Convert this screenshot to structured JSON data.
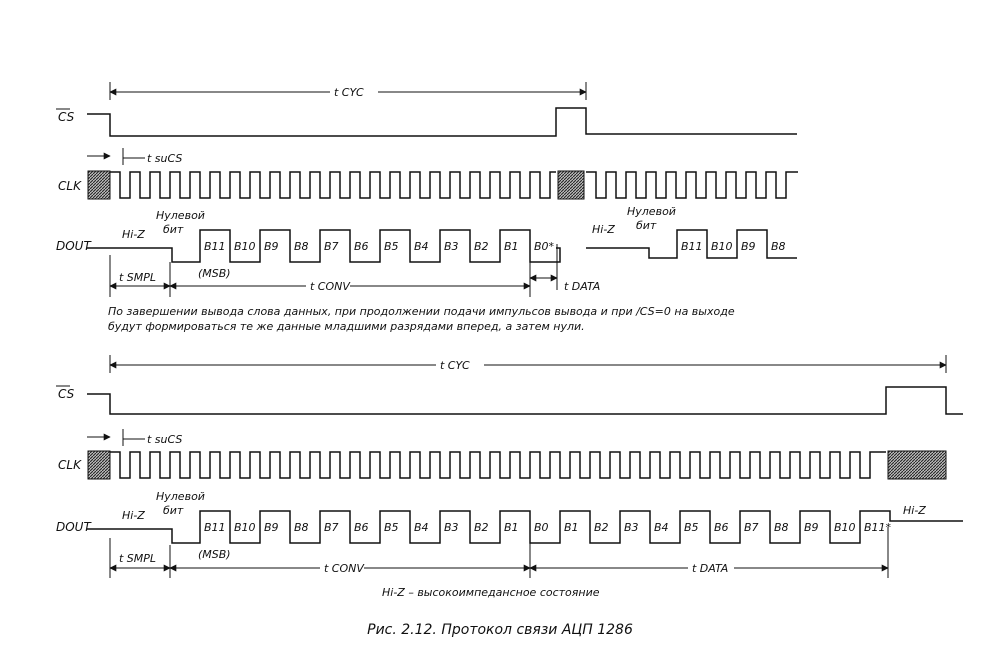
{
  "top": {
    "t_cyc": "t CYC",
    "t_sucs": "t suCS",
    "sig_cs": "CS",
    "sig_clk": "CLK",
    "sig_dout": "DOUT",
    "hiz": "Hi-Z",
    "zero_bit_1": "Нулевой",
    "zero_bit_2": "бит",
    "bits": [
      "B11",
      "B10",
      "B9",
      "B8",
      "B7",
      "B6",
      "B5",
      "B4",
      "B3",
      "B2",
      "B1",
      "B0*"
    ],
    "t_smpl": "t SMPL",
    "msb": "(MSB)",
    "t_conv": "t CONV",
    "t_data": "t DATA",
    "hiz_right": "Hi-Z",
    "zero_bit_right_1": "Нулевой",
    "zero_bit_right_2": "бит",
    "bits_right": [
      "B11",
      "B10",
      "B9",
      "B8"
    ]
  },
  "note": {
    "line1": "По завершении вывода слова данных, при продолжении подачи импульсов вывода и при /CS=0 на выходе",
    "line2": "будут формироваться те же данные младшими разрядами вперед, а затем нули."
  },
  "bottom": {
    "t_cyc": "t CYC",
    "t_sucs": "t suCS",
    "sig_cs": "CS",
    "sig_clk": "CLK",
    "sig_dout": "DOUT",
    "hiz": "Hi-Z",
    "zero_bit_1": "Нулевой",
    "zero_bit_2": "бит",
    "bits": [
      "B11",
      "B10",
      "B9",
      "B8",
      "B7",
      "B6",
      "B5",
      "B4",
      "B3",
      "B2",
      "B1",
      "B0",
      "B1",
      "B2",
      "B3",
      "B4",
      "B5",
      "B6",
      "B7",
      "B8",
      "B9",
      "B10",
      "B11*"
    ],
    "hiz_end": "Hi-Z",
    "t_smpl": "t SMPL",
    "msb": "(MSB)",
    "t_conv": "t CONV",
    "t_data": "t DATA"
  },
  "legend": "Hi-Z – высокоимпедансное состояние",
  "caption": "Рис. 2.12. Протокол связи АЦП 1286"
}
